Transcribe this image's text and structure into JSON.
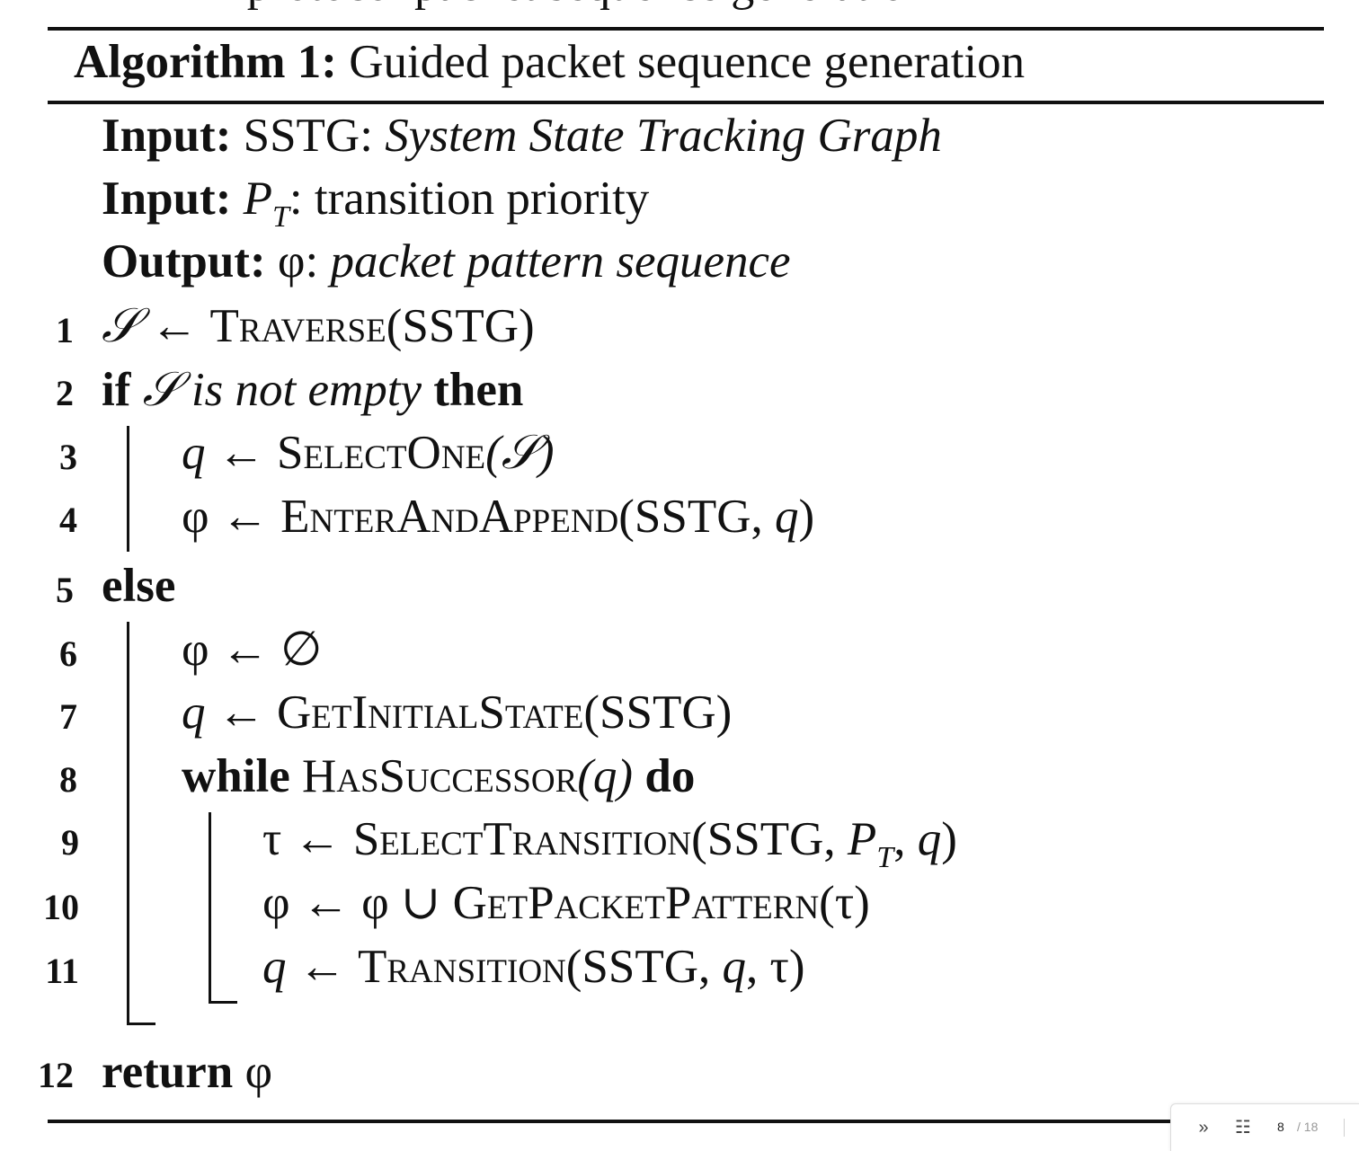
{
  "top_fragment": "ir protocol packet sequence generation",
  "algorithm": {
    "label": "Algorithm 1:",
    "title": "Guided packet sequence generation"
  },
  "io": [
    {
      "kw": "Input:",
      "name": "SSTG:",
      "desc": "System State Tracking Graph"
    },
    {
      "kw": "Input:",
      "name": "P",
      "sub": "T",
      "desc": ": transition priority"
    },
    {
      "kw": "Output:",
      "name": "φ:",
      "desc": "packet pattern sequence"
    }
  ],
  "lines": {
    "n1": "1",
    "n2": "2",
    "n3": "3",
    "n4": "4",
    "n5": "5",
    "n6": "6",
    "n7": "7",
    "n8": "8",
    "n9": "9",
    "n10": "10",
    "n11": "11",
    "n12": "12",
    "l1_a": "𝒮 ← ",
    "l1_fn": "Traverse",
    "l1_b": "(SSTG)",
    "l2_kw": "if",
    "l2_a": " 𝒮 ",
    "l2_cond": "is not empty",
    "l2_kw2": " then",
    "l3_a": "q",
    "l3_b": " ← ",
    "l3_fn": "SelectOne",
    "l3_c": "(𝒮)",
    "l4_a": "φ ← ",
    "l4_fn": "EnterAndAppend",
    "l4_b": "(SSTG, ",
    "l4_q": "q",
    "l4_c": ")",
    "l5_kw": "else",
    "l6_a": "φ ← ∅",
    "l7_a": "q",
    "l7_b": " ← ",
    "l7_fn": "GetInitialState",
    "l7_c": "(SSTG)",
    "l8_kw": "while",
    "l8_fn": " HasSuccessor",
    "l8_arg": "(q)",
    "l8_kw2": " do",
    "l9_a": "τ ← ",
    "l9_fn": "SelectTransition",
    "l9_b": "(SSTG, ",
    "l9_p": "P",
    "l9_sub": "T",
    "l9_c": ", ",
    "l9_q": "q",
    "l9_d": ")",
    "l10_a": "φ ← φ ∪ ",
    "l10_fn": "GetPacketPattern",
    "l10_b": "(τ)",
    "l11_a": "q",
    "l11_b": " ← ",
    "l11_fn": "Transition",
    "l11_c": "(SSTG, ",
    "l11_q": "q",
    "l11_d": ", τ)",
    "l12_kw": "return",
    "l12_a": " φ"
  },
  "viewer": {
    "expand_icon": "»",
    "outline_icon": "☷",
    "current_page": "8",
    "total_pages": "/ 18"
  }
}
